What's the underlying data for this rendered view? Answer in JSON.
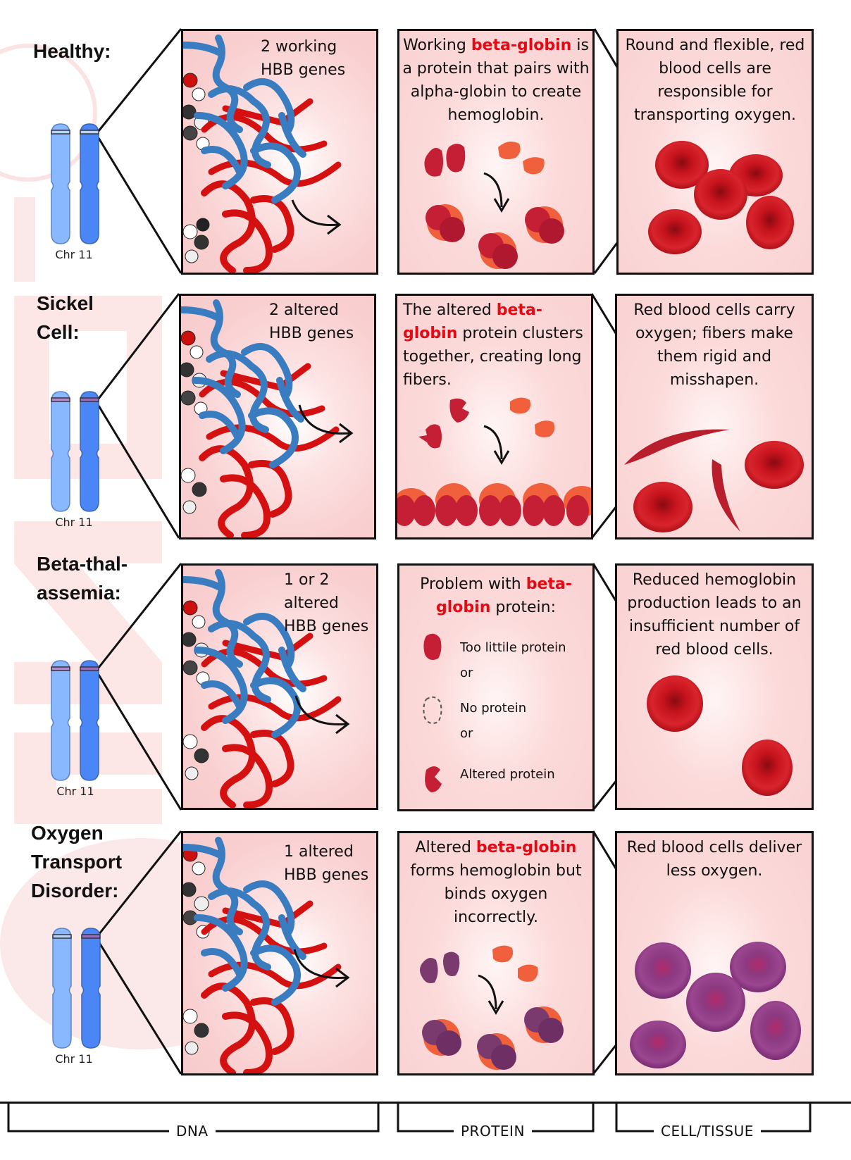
{
  "colors": {
    "highlight": "#e50914",
    "panel_bg": "#f9d2d2",
    "chromosome_light": "#8ab8ff",
    "chromosome_dark": "#4a86f5",
    "band_normal": "#b8d4f5",
    "band_altered": "#9b6fb8",
    "rbc_red": "#c8141e",
    "rbc_purple": "#8c3a82",
    "alpha_globin": "#f0603c",
    "beta_globin": "#c41f35",
    "beta_globin_purple": "#7a3a6e",
    "watermark": "#fbe2e2"
  },
  "rows": [
    {
      "id": "healthy",
      "title_lines": [
        "Healthy:"
      ],
      "chromosome_label": "Chr 11",
      "altered_bands": [
        false,
        false
      ],
      "dna_text_lines": [
        "2 working",
        "HBB genes"
      ],
      "protein_text": {
        "before": "Working ",
        "highlight": "beta-globin",
        "after": " is a protein that pairs with alpha-globin to create hemoglobin."
      },
      "cell_text": "Round and flexible, red blood cells are responsible for transporting oxygen."
    },
    {
      "id": "sickle-cell",
      "title_lines": [
        "Sickel",
        "Cell:"
      ],
      "chromosome_label": "Chr 11",
      "altered_bands": [
        true,
        true
      ],
      "dna_text_lines": [
        "2 altered",
        "HBB genes"
      ],
      "protein_text": {
        "before": "The altered ",
        "highlight": "beta-globin",
        "after": " protein clusters together, creating long fibers."
      },
      "cell_text": "Red blood cells carry oxygen; fibers make them rigid and misshapen."
    },
    {
      "id": "beta-thalassemia",
      "title_lines": [
        "Beta-thal-",
        "assemia:"
      ],
      "chromosome_label": "Chr 11",
      "altered_bands": [
        true,
        true
      ],
      "dna_text_lines": [
        "1 or 2",
        "altered",
        "HBB genes"
      ],
      "protein_text": {
        "before": "Problem with ",
        "highlight": "beta-globin",
        "after": " protein:"
      },
      "protein_options": [
        {
          "label": "Too littile protein",
          "icon": "beta-globin-small-icon"
        },
        {
          "label": "or",
          "icon": ""
        },
        {
          "label": "No protein",
          "icon": "missing-protein-outline-icon"
        },
        {
          "label": "or",
          "icon": ""
        },
        {
          "label": "Altered protein",
          "icon": "altered-protein-icon"
        }
      ],
      "cell_text": "Reduced hemoglobin production leads to an insufficient number of red blood cells."
    },
    {
      "id": "oxygen-transport-disorder",
      "title_lines": [
        "Oxygen",
        "Transport",
        "Disorder:"
      ],
      "chromosome_label": "Chr 11",
      "altered_bands": [
        false,
        true
      ],
      "dna_text_lines": [
        "1 altered",
        "HBB genes"
      ],
      "protein_text": {
        "before": "Altered ",
        "highlight": "beta-globin",
        "after": " forms hemoglobin but binds oxygen incorrectly."
      },
      "cell_text": "Red blood cells deliver less oxygen."
    }
  ],
  "footer": {
    "labels": [
      "DNA",
      "PROTEIN",
      "CELL/TISSUE"
    ]
  }
}
